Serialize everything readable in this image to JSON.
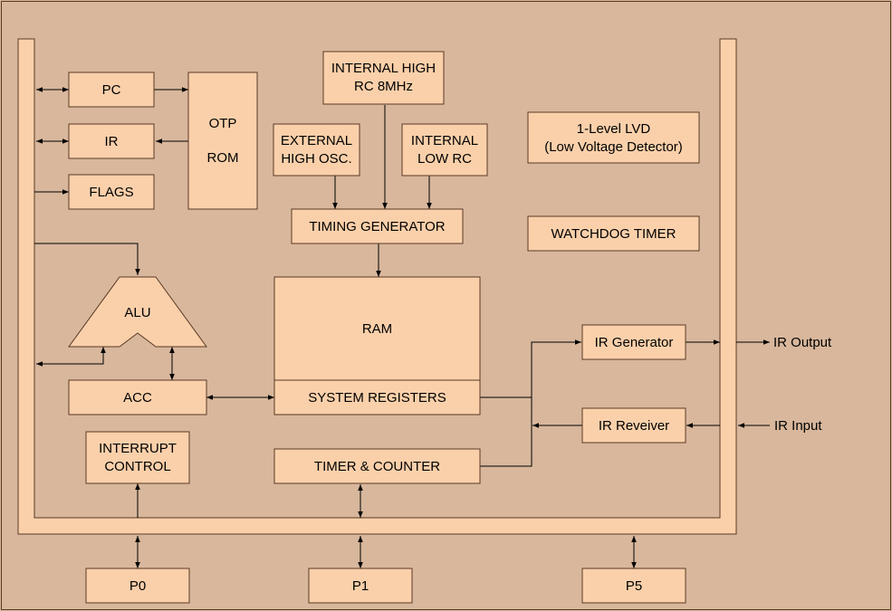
{
  "blocks": {
    "pc": "PC",
    "ir": "IR",
    "flags": "FLAGS",
    "otp_line1": "OTP",
    "otp_line2": "ROM",
    "int_high_rc_line1": "INTERNAL HIGH",
    "int_high_rc_line2": "RC 8MHz",
    "ext_high_osc_line1": "EXTERNAL",
    "ext_high_osc_line2": "HIGH OSC.",
    "int_low_rc_line1": "INTERNAL",
    "int_low_rc_line2": "LOW RC",
    "lvd_line1": "1-Level LVD",
    "lvd_line2": "(Low Voltage Detector)",
    "timing_generator": "TIMING GENERATOR",
    "watchdog_timer": "WATCHDOG TIMER",
    "alu": "ALU",
    "ram": "RAM",
    "ir_generator": "IR Generator",
    "acc": "ACC",
    "system_registers": "SYSTEM REGISTERS",
    "ir_receiver": "IR Reveiver",
    "interrupt_line1": "INTERRUPT",
    "interrupt_line2": "CONTROL",
    "timer_counter": "TIMER & COUNTER",
    "p0": "P0",
    "p1": "P1",
    "p5": "P5"
  },
  "signals": {
    "ir_output": "IR Output",
    "ir_input": "IR Input"
  }
}
